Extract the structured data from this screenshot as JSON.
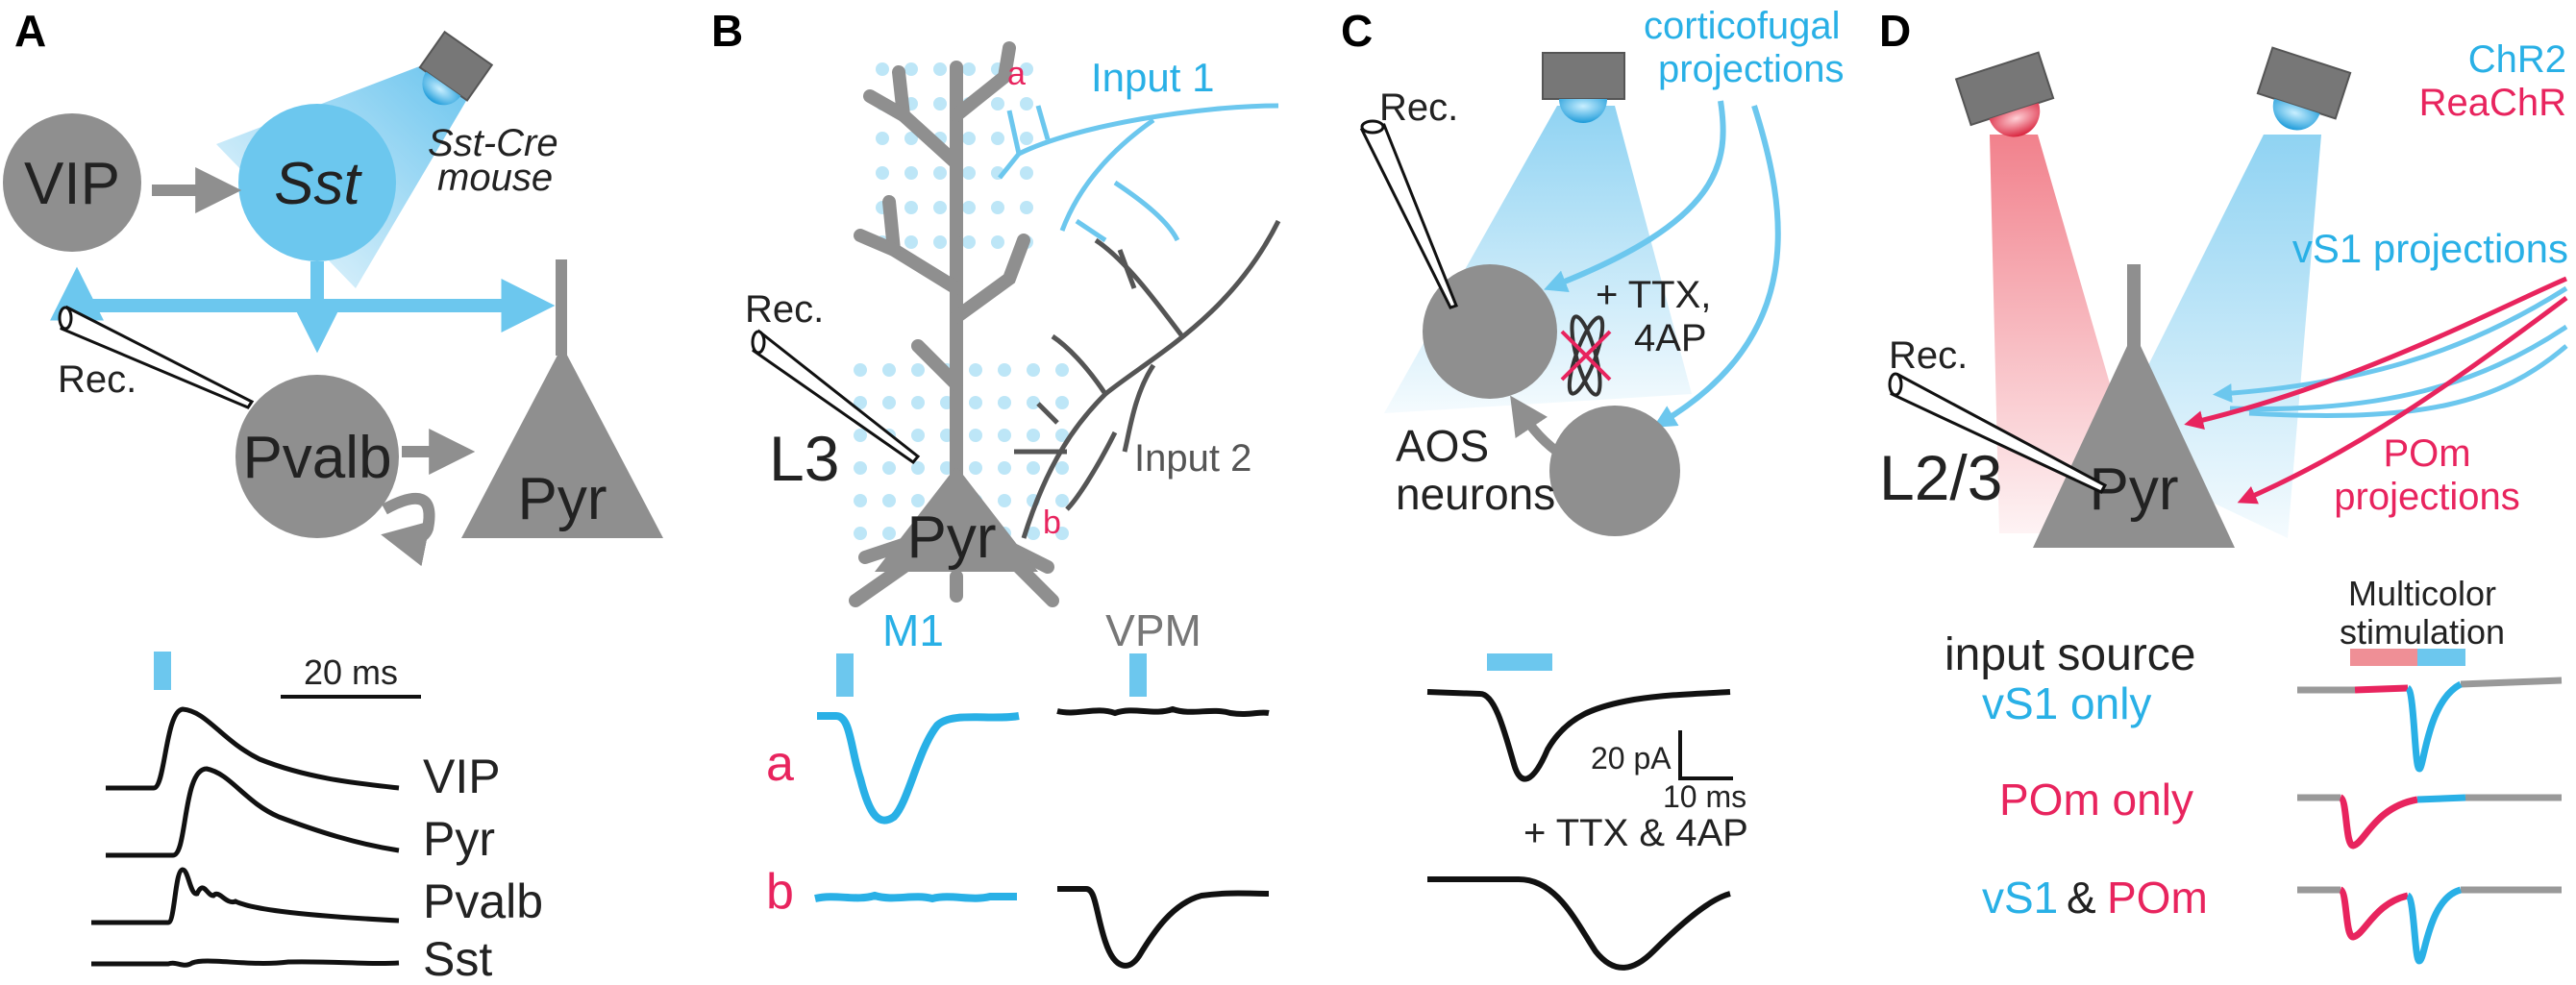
{
  "panels": [
    "A",
    "B",
    "C",
    "D"
  ],
  "colors": {
    "cyan": "#29b0e6",
    "light_cyan": "#6cc7ee",
    "magenta": "#e8245e",
    "gray": "#8f8f8f",
    "dark_gray": "#555555",
    "black": "#111111"
  },
  "panel_a": {
    "vip": "VIP",
    "sst": "Sst",
    "mouse_line1": "Sst-Cre",
    "mouse_line2": "mouse",
    "pvalb": "Pvalb",
    "pyr": "Pyr",
    "rec": "Rec.",
    "scale": "20 ms",
    "trace_labels": [
      "VIP",
      "Pyr",
      "Pvalb",
      "Sst"
    ]
  },
  "panel_b": {
    "input1": "Input 1",
    "input2": "Input 2",
    "layer": "L3",
    "pyr": "Pyr",
    "rec": "Rec.",
    "site_a": "a",
    "site_b": "b",
    "col_m1": "M1",
    "col_vpm": "VPM",
    "row_a": "a",
    "row_b": "b"
  },
  "panel_c": {
    "projections_line1": "corticofugal",
    "projections_line2": "projections",
    "rec": "Rec.",
    "drug_line1": "+ TTX,",
    "drug_line2": "4AP",
    "neurons_line1": "AOS",
    "neurons_line2": "neurons",
    "scale_y": "20 pA",
    "scale_x": "10 ms",
    "drug_trace": "+ TTX & 4AP"
  },
  "panel_d": {
    "opsin1": "ChR2",
    "opsin2": "ReaChR",
    "vs1_proj": "vS1 projections",
    "pom_proj_line1": "POm",
    "pom_proj_line2": "projections",
    "rec": "Rec.",
    "layer": "L2/3",
    "pyr": "Pyr",
    "multicolor_line1": "Multicolor",
    "multicolor_line2": "stimulation",
    "input_source": "input source",
    "vs1_only": "vS1 only",
    "pom_only": "POm only",
    "both_vs1": "vS1",
    "both_amp": "&",
    "both_pom": "POm"
  }
}
